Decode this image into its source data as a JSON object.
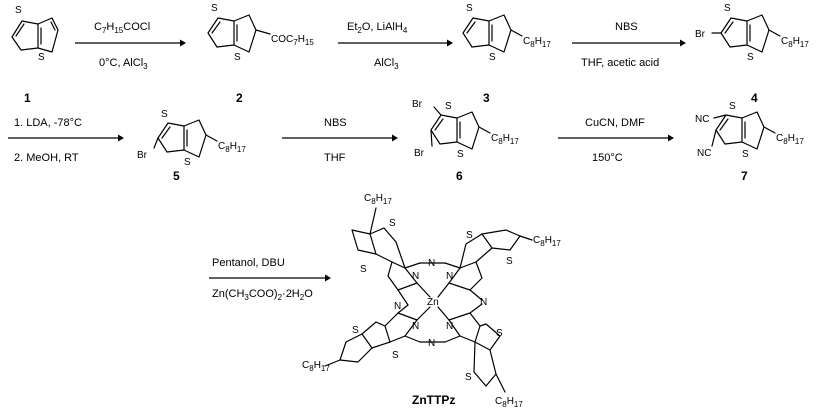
{
  "compounds": {
    "c1": "1",
    "c2": "2",
    "c3": "3",
    "c4": "4",
    "c5": "5",
    "c6": "6",
    "c7": "7",
    "zn": "ZnTTPz"
  },
  "steps": {
    "s1": {
      "top_main": "C",
      "top_sub1": "7",
      "top_mid": "H",
      "top_sub2": "15",
      "top_end": "COCl",
      "bottom": "0°C, AlCl",
      "bottom_sub": "3"
    },
    "s2": {
      "top_a": "Et",
      "top_a_sub": "2",
      "top_b": "O, LiAlH",
      "top_b_sub": "4",
      "bottom": "AlCl",
      "bottom_sub": "3"
    },
    "s3": {
      "top": "NBS",
      "bottom": "THF, acetic acid"
    },
    "s4": {
      "top": "1. LDA, -78°C",
      "bottom": "2. MeOH, RT"
    },
    "s5": {
      "top": "NBS",
      "bottom": "THF"
    },
    "s6": {
      "top": "CuCN, DMF",
      "bottom": "150°C"
    },
    "s7": {
      "top": "Pentanol, DBU",
      "bottom_a": "Zn(CH",
      "bottom_s1": "3",
      "bottom_b": "COO)",
      "bottom_s2": "2",
      "bottom_c": "·2H",
      "bottom_s3": "2",
      "bottom_d": "O"
    }
  },
  "atoms": {
    "S": "S",
    "Br": "Br",
    "NC": "NC",
    "N": "N",
    "Zn": "Zn",
    "C": "C",
    "H": "H",
    "n8": "8",
    "n17": "17",
    "acyl_a": "COC",
    "acyl_n7": "7",
    "acyl_b": "H",
    "acyl_n15": "15"
  }
}
